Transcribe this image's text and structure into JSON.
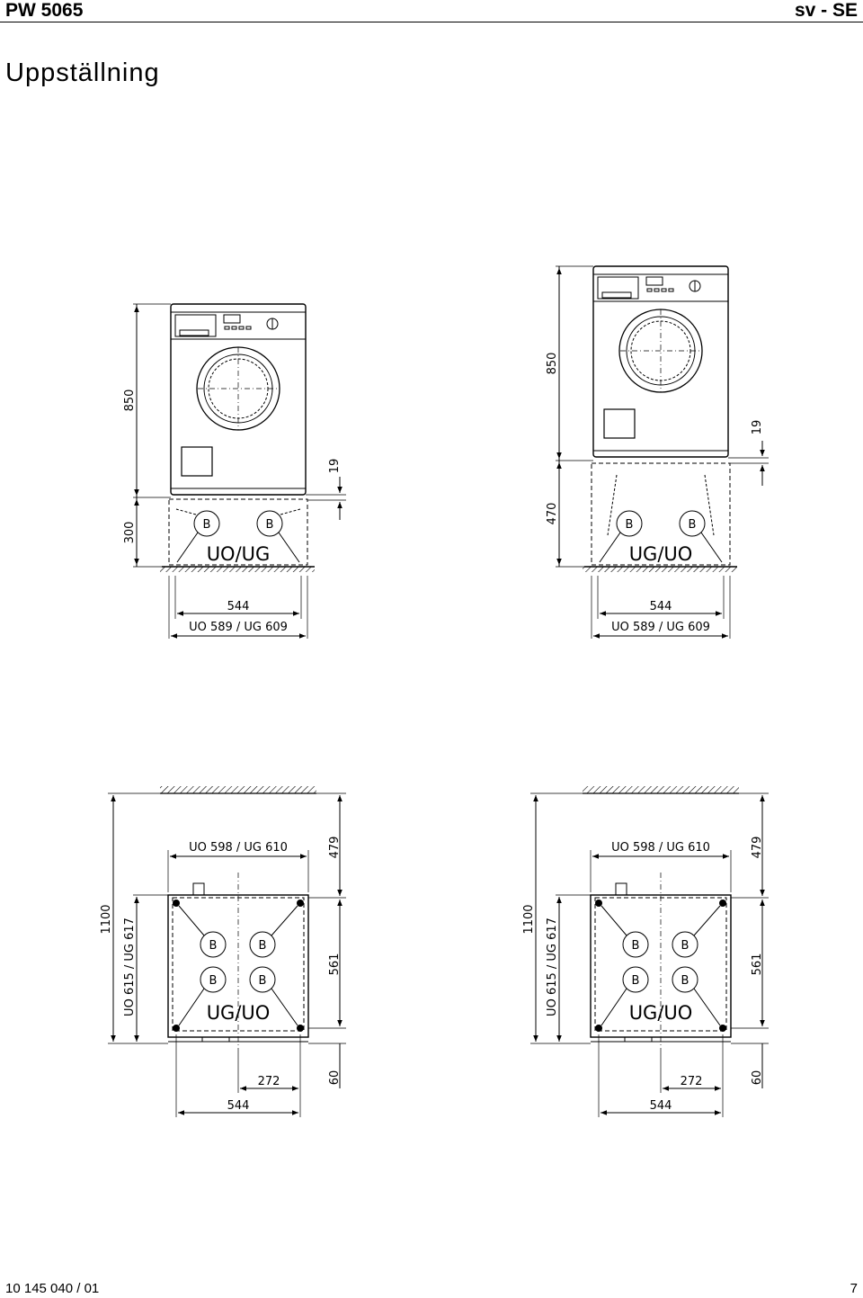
{
  "header": {
    "model": "PW 5065",
    "language": "sv - SE"
  },
  "page": {
    "title": "Uppställning"
  },
  "footer": {
    "doc_number": "10 145 040 / 01",
    "page_number": "7"
  },
  "front_views": {
    "left": {
      "base_label": "UO/UG",
      "width_label": "544",
      "outer_width_label": "UO 589 / UG 609",
      "height_machine": "850",
      "height_base": "300",
      "gap": "19",
      "foot_label": "B"
    },
    "right": {
      "base_label": "UG/UO",
      "width_label": "544",
      "outer_width_label": "UO 589 / UG 609",
      "height_machine": "850",
      "height_base": "470",
      "gap": "19",
      "foot_label": "B"
    }
  },
  "top_views": {
    "left": {
      "top_width": "UO 598 / UG 610",
      "total_depth": "1100",
      "depth": "UO 615 / UG 617",
      "rear_offset": "479",
      "foot_depth": "561",
      "front_offset": "60",
      "half_width": "272",
      "width": "544",
      "base_label": "UG/UO",
      "foot_label": "B"
    },
    "right": {
      "top_width": "UO 598 / UG 610",
      "total_depth": "1100",
      "depth": "UO 615 / UG 617",
      "rear_offset": "479",
      "foot_depth": "561",
      "front_offset": "60",
      "half_width": "272",
      "width": "544",
      "base_label": "UG/UO",
      "foot_label": "B"
    }
  }
}
